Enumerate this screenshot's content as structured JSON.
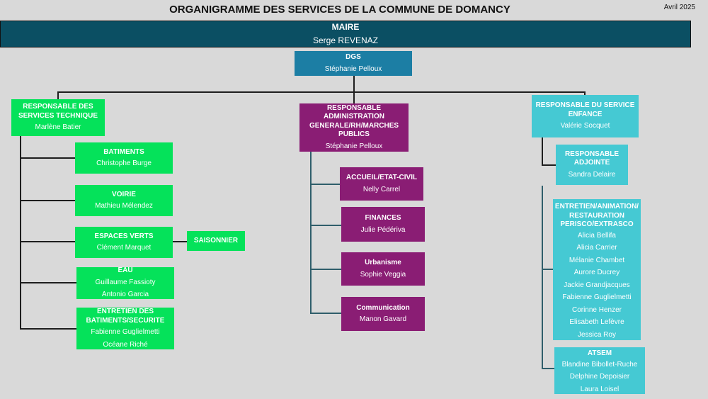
{
  "header": {
    "title": "ORGANIGRAMME DES SERVICES DE LA COMMUNE DE DOMANCY",
    "date": "Avril 2025"
  },
  "colors": {
    "technique": "#05e25a",
    "administration": "#8a1d74",
    "enfance": "#45c9d3",
    "dgs": "#1c7ea4",
    "maire": "#0b4f63"
  },
  "maire": {
    "title": "MAIRE",
    "name": "Serge REVENAZ"
  },
  "dgs": {
    "title": "DGS",
    "name": "Stéphanie Pelloux"
  },
  "technique": {
    "title": "RESPONSABLE DES SERVICES TECHNIQUE",
    "name": "Marlène Batier",
    "units": [
      {
        "title": "BATIMENTS",
        "people": [
          "Christophe Burge"
        ]
      },
      {
        "title": "VOIRIE",
        "people": [
          "Mathieu Mélendez"
        ]
      },
      {
        "title": "ESPACES VERTS",
        "people": [
          "Clément Marquet"
        ]
      },
      {
        "title": "EAU",
        "people": [
          "Guillaume Fassioty",
          "Antonio Garcia"
        ]
      },
      {
        "title": "ENTRETIEN DES BATIMENTS/SECURITE",
        "people": [
          "Fabienne Guglielmetti",
          "Océane Riché"
        ]
      }
    ],
    "saisonnier": "SAISONNIER"
  },
  "administration": {
    "title": "RESPONSABLE ADMINISTRATION GENERALE/RH/MARCHES PUBLICS",
    "name": "Stéphanie Pelloux",
    "units": [
      {
        "title": "ACCUEIL/ETAT-CIVIL",
        "people": [
          "Nelly Carrel"
        ]
      },
      {
        "title": "FINANCES",
        "people": [
          "Julie Pédériva"
        ]
      },
      {
        "title": "Urbanisme",
        "people": [
          "Sophie Veggia"
        ]
      },
      {
        "title": "Communication",
        "people": [
          "Manon Gavard"
        ]
      }
    ]
  },
  "enfance": {
    "title": "RESPONSABLE DU SERVICE ENFANCE",
    "name": "Valérie Socquet",
    "adjointe": {
      "title": "RESPONSABLE ADJOINTE",
      "people": [
        "Sandra Delaire"
      ]
    },
    "units": [
      {
        "title": "ENTRETIEN/ANIMATION/ RESTAURATION PERISCO/EXTRASCO",
        "people": [
          "Alicia Bellifa",
          "Alicia Carrier",
          "Mélanie Chambet",
          "Aurore Ducrey",
          "Jackie Grandjacques",
          "Fabienne Guglielmetti",
          "Corinne Henzer",
          "Elisabeth Lefèvre",
          "Jessica Roy"
        ]
      },
      {
        "title": "ATSEM",
        "people": [
          "Blandine Bibollet-Ruche",
          "Delphine Depoisier",
          "Laura Loisel"
        ]
      }
    ]
  }
}
